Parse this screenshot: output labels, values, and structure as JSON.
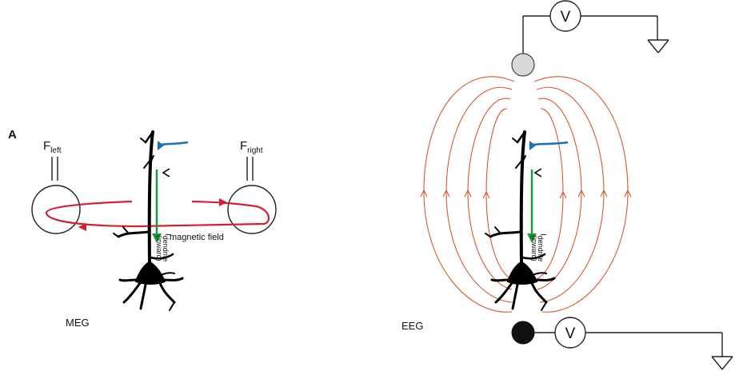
{
  "panel_label": "A",
  "meg": {
    "caption": "MEG",
    "sensor_left": {
      "main": "F",
      "sub": "left"
    },
    "sensor_right": {
      "main": "F",
      "sub": "right"
    },
    "current_label": {
      "main": "I",
      "sub": "dendrite",
      "paren": "(inward)"
    },
    "field_label": "magnetic field"
  },
  "eeg": {
    "caption": "EEG",
    "voltmeter_top": "V",
    "voltmeter_bottom": "V",
    "current_label": {
      "main": "I",
      "sub": "dendrite",
      "paren": "(inward)"
    }
  },
  "colors": {
    "neuron": "#000000",
    "axon_terminal": "#1f6fb2",
    "current_arrow": "#1a9a3c",
    "magnetic_field": "#d4202e",
    "field_lines": "#d9582b",
    "electrode_top": "#d8d8d8",
    "electrode_bottom": "#111111"
  }
}
